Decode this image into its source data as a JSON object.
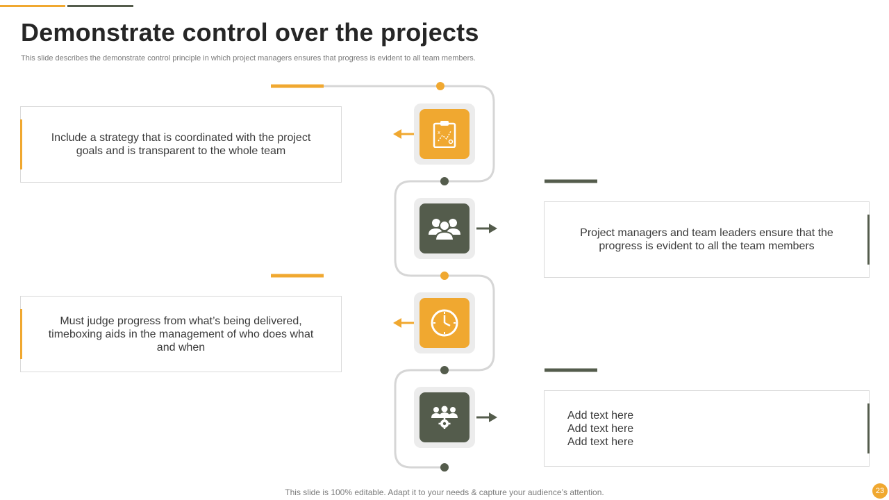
{
  "slide": {
    "title": "Demonstrate control over the projects",
    "subtitle": "This slide describes the demonstrate control principle in which project managers ensures that progress is evident to all team members.",
    "footer": "This slide is 100% editable. Adapt it to your needs & capture your audience’s attention.",
    "page_number": "23"
  },
  "colors": {
    "accent_orange": "#f0a830",
    "accent_dark": "#545c4c",
    "connector_grey": "#d6d6d6"
  },
  "steps": [
    {
      "icon": "clipboard-plan-icon",
      "text": "Include  a strategy that  is coordinated with the project goals and is transparent  to the whole team"
    },
    {
      "icon": "team-group-icon",
      "text": "Project managers and team leaders ensure that the progress is evident to all the team members"
    },
    {
      "icon": "clock-icon",
      "text": "Must judge progress from what’s  being delivered, timeboxing aids in the management of who does what and when"
    },
    {
      "icon": "team-settings-icon",
      "lines": [
        "Add text here",
        "Add text here",
        "Add text here"
      ]
    }
  ]
}
